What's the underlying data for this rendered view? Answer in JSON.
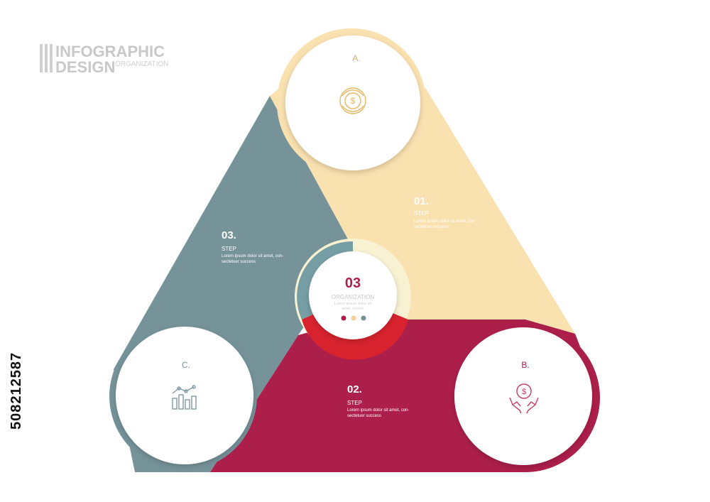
{
  "header": {
    "line1": "INFOGRAPHIC",
    "line2": "DESIGN",
    "subtitle": "ORGANIZATION"
  },
  "center": {
    "number": "03",
    "label": "ORGANIZATION",
    "desc1": "Lorem ipsum dolor sit",
    "desc2": "amet, concte"
  },
  "circles": {
    "a": {
      "label": "A.",
      "icon": "dollar-globe-icon"
    },
    "b": {
      "label": "B.",
      "icon": "hands-dollar-icon"
    },
    "c": {
      "label": "C.",
      "icon": "bar-chart-icon"
    }
  },
  "steps": {
    "s1": {
      "number": "01.",
      "title": "STEP",
      "line1": "Lorem ipsum dolor sit amet, con-",
      "line2": "sectetuer success"
    },
    "s2": {
      "number": "02.",
      "title": "STEP",
      "line1": "Lorem ipsum dolor sit amet, con-",
      "line2": "sectetuer success"
    },
    "s3": {
      "number": "03.",
      "title": "STEP",
      "line1": "Lorem ipsum dolor sit amet, con-",
      "line2": "sectetuer success"
    }
  },
  "side_id": "508212587",
  "colors": {
    "peach": "#fae1b0",
    "slate": "#76939a",
    "crimson": "#ad1f4b",
    "red": "#d8232f",
    "pale_yellow": "#f8f2d3",
    "dot_red": "#ad1f4b",
    "dot_peach": "#f2d29a",
    "dot_slate": "#76939a"
  }
}
